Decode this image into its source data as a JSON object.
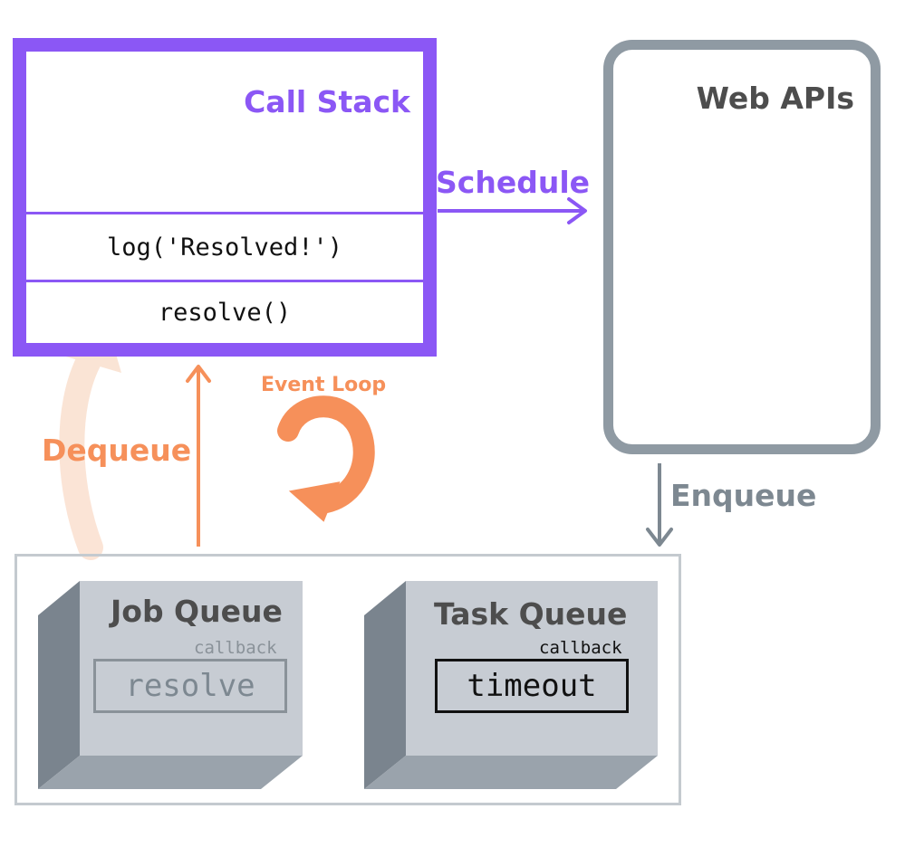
{
  "call_stack": {
    "title": "Call Stack",
    "frames": [
      "log('Resolved!')",
      "resolve()"
    ]
  },
  "web_apis": {
    "title": "Web APIs"
  },
  "labels": {
    "schedule": "Schedule",
    "enqueue": "Enqueue",
    "dequeue": "Dequeue",
    "event_loop": "Event Loop"
  },
  "job_queue": {
    "title": "Job Queue",
    "callback_label": "callback",
    "item": "resolve"
  },
  "task_queue": {
    "title": "Task Queue",
    "callback_label": "callback",
    "item": "timeout"
  },
  "colors": {
    "call_stack": "#8b57f5",
    "web_apis": "#8f9aa3",
    "event_loop": "#f6905a",
    "queue_face": "#c7ccd3",
    "queue_side": "#7a848e"
  }
}
